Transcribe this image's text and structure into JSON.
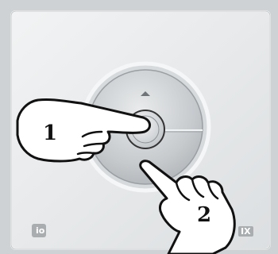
{
  "steps": {
    "first": "1",
    "second": "2"
  },
  "labels": {
    "protocol": "io",
    "brand_fragment": "IX"
  },
  "colors": {
    "backdrop": "#cfd2d4",
    "plate": "#e6e8ea",
    "keypad": "#b9bdc0",
    "outline": "#222222"
  }
}
